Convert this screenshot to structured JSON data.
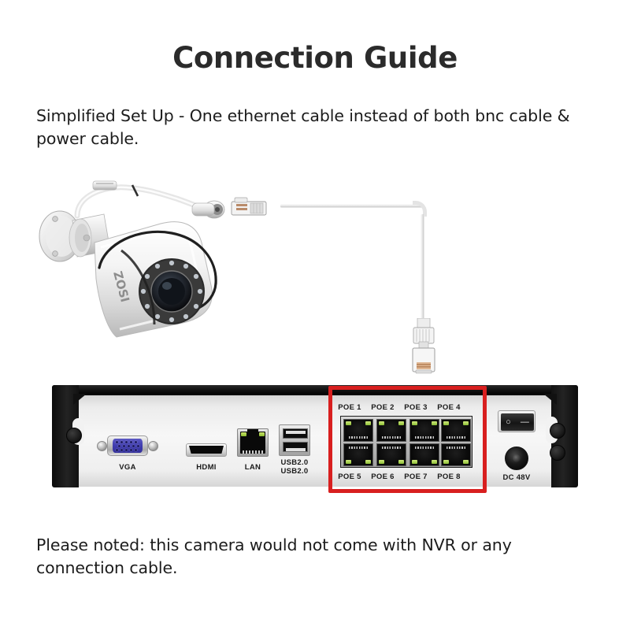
{
  "page": {
    "title": "Connection Guide",
    "subtitle": "Simplified Set Up - One ethernet cable instead of both bnc cable & power cable.",
    "footnote": "Please noted: this camera would not come with NVR or any connection cable."
  },
  "colors": {
    "title_text": "#2b2b2b",
    "body_text": "#1c1c1c",
    "highlight_box": "#d81f1f",
    "vga_connector": "#3f3cae",
    "chassis_face": "#f2f2f2",
    "chassis_trim": "#121212",
    "port_led": "#8cbf36",
    "page_background": "#ffffff"
  },
  "camera": {
    "name": "bullet-ip-camera",
    "brand": "ZOSI",
    "body_color": "#ffffff",
    "parts": {
      "mount_base": "wall-mount-base",
      "housing": "camera-barrel",
      "sunshade": "sun-shield",
      "lens": "lens-assembly",
      "ir_leds": "infrared-led-ring",
      "pigtail": "pigtail-cable",
      "connector": "rj45-plug"
    }
  },
  "cable": {
    "name": "ethernet-cable",
    "color": "#e9e9e9",
    "from": "camera-rj45-plug",
    "to": "nvr-poe-port"
  },
  "nvr": {
    "name": "nvr-rear-panel",
    "ports": {
      "vga": {
        "label": "VGA",
        "icon": "vga-port-icon"
      },
      "hdmi": {
        "label": "HDMI",
        "icon": "hdmi-port-icon"
      },
      "lan": {
        "label": "LAN",
        "icon": "rj45-port-icon"
      },
      "usb": {
        "label_line1": "USB2.0",
        "label_line2": "USB2.0",
        "icon": "usb-port-icon"
      },
      "dc": {
        "label": "DC 48V",
        "icon": "dc-jack-icon"
      }
    },
    "power_switch": {
      "name": "power-rocker-switch",
      "off_glyph": "○",
      "on_glyph": "—"
    },
    "poe": {
      "group_label": "POE ports",
      "top_row": [
        "POE 1",
        "POE 2",
        "POE 3",
        "POE 4"
      ],
      "bottom_row": [
        "POE 5",
        "POE 6",
        "POE 7",
        "POE 8"
      ],
      "count": 8,
      "highlighted": true
    }
  }
}
